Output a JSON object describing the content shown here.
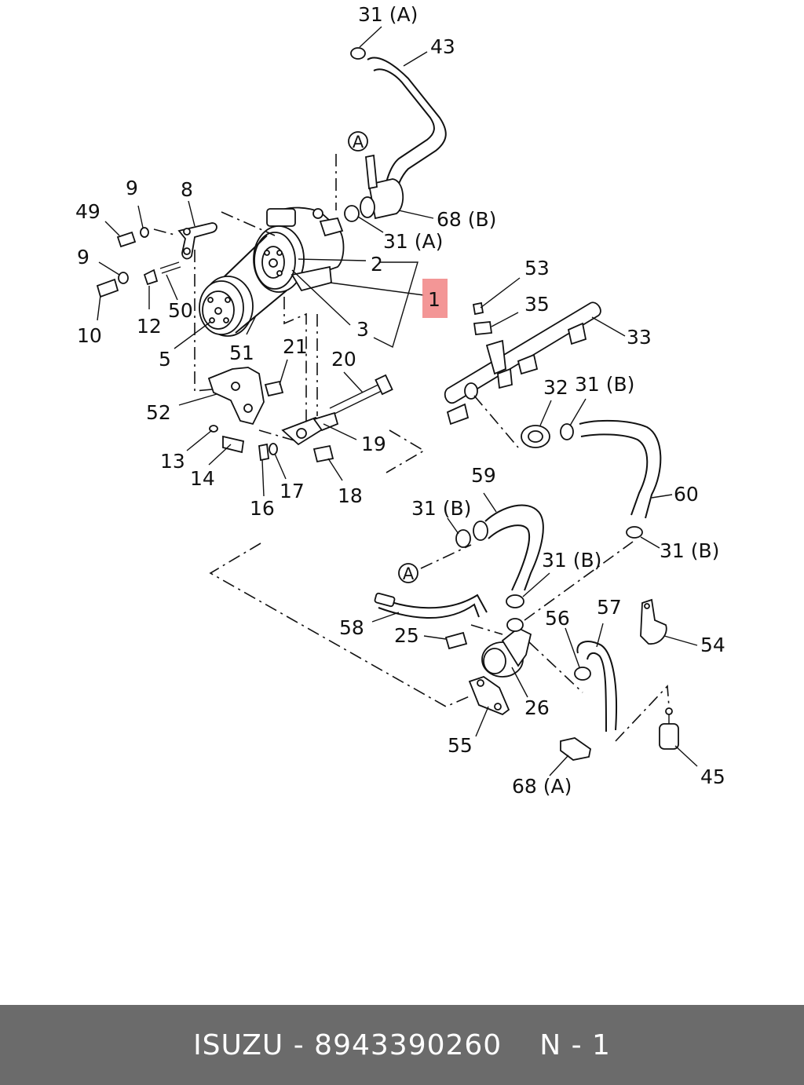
{
  "diagram": {
    "callouts": [
      {
        "id": "c-31a-top",
        "text": "31 (A)"
      },
      {
        "id": "c-43",
        "text": "43"
      },
      {
        "id": "c-68b",
        "text": "68 (B)"
      },
      {
        "id": "c-31a-mid",
        "text": "31 (A)"
      },
      {
        "id": "c-2",
        "text": "2"
      },
      {
        "id": "c-1",
        "text": "1"
      },
      {
        "id": "c-3",
        "text": "3"
      },
      {
        "id": "c-9a",
        "text": "9"
      },
      {
        "id": "c-8",
        "text": "8"
      },
      {
        "id": "c-49",
        "text": "49"
      },
      {
        "id": "c-9b",
        "text": "9"
      },
      {
        "id": "c-12",
        "text": "12"
      },
      {
        "id": "c-50",
        "text": "50"
      },
      {
        "id": "c-10",
        "text": "10"
      },
      {
        "id": "c-5",
        "text": "5"
      },
      {
        "id": "c-51",
        "text": "51"
      },
      {
        "id": "c-21",
        "text": "21"
      },
      {
        "id": "c-20",
        "text": "20"
      },
      {
        "id": "c-52",
        "text": "52"
      },
      {
        "id": "c-19",
        "text": "19"
      },
      {
        "id": "c-13",
        "text": "13"
      },
      {
        "id": "c-14",
        "text": "14"
      },
      {
        "id": "c-16",
        "text": "16"
      },
      {
        "id": "c-17",
        "text": "17"
      },
      {
        "id": "c-18",
        "text": "18"
      },
      {
        "id": "c-53",
        "text": "53"
      },
      {
        "id": "c-35",
        "text": "35"
      },
      {
        "id": "c-33",
        "text": "33"
      },
      {
        "id": "c-32",
        "text": "32"
      },
      {
        "id": "c-31b-a",
        "text": "31 (B)"
      },
      {
        "id": "c-60",
        "text": "60"
      },
      {
        "id": "c-59",
        "text": "59"
      },
      {
        "id": "c-31b-b",
        "text": "31 (B)"
      },
      {
        "id": "c-31b-c",
        "text": "31 (B)"
      },
      {
        "id": "c-31b-d",
        "text": "31 (B)"
      },
      {
        "id": "c-58",
        "text": "58"
      },
      {
        "id": "c-25",
        "text": "25"
      },
      {
        "id": "c-56",
        "text": "56"
      },
      {
        "id": "c-57",
        "text": "57"
      },
      {
        "id": "c-54",
        "text": "54"
      },
      {
        "id": "c-26",
        "text": "26"
      },
      {
        "id": "c-55",
        "text": "55"
      },
      {
        "id": "c-45",
        "text": "45"
      },
      {
        "id": "c-68a",
        "text": "68 (A)"
      }
    ],
    "refs": [
      {
        "id": "ref-a-top",
        "text": "A"
      },
      {
        "id": "ref-a-bottom",
        "text": "A"
      }
    ],
    "highlight_color": "#f28b8b"
  },
  "footer": {
    "brand": "ISUZU",
    "separator": "-",
    "part_number": "8943390260",
    "page_ref": "N - 1",
    "background": "#6b6b6b"
  }
}
